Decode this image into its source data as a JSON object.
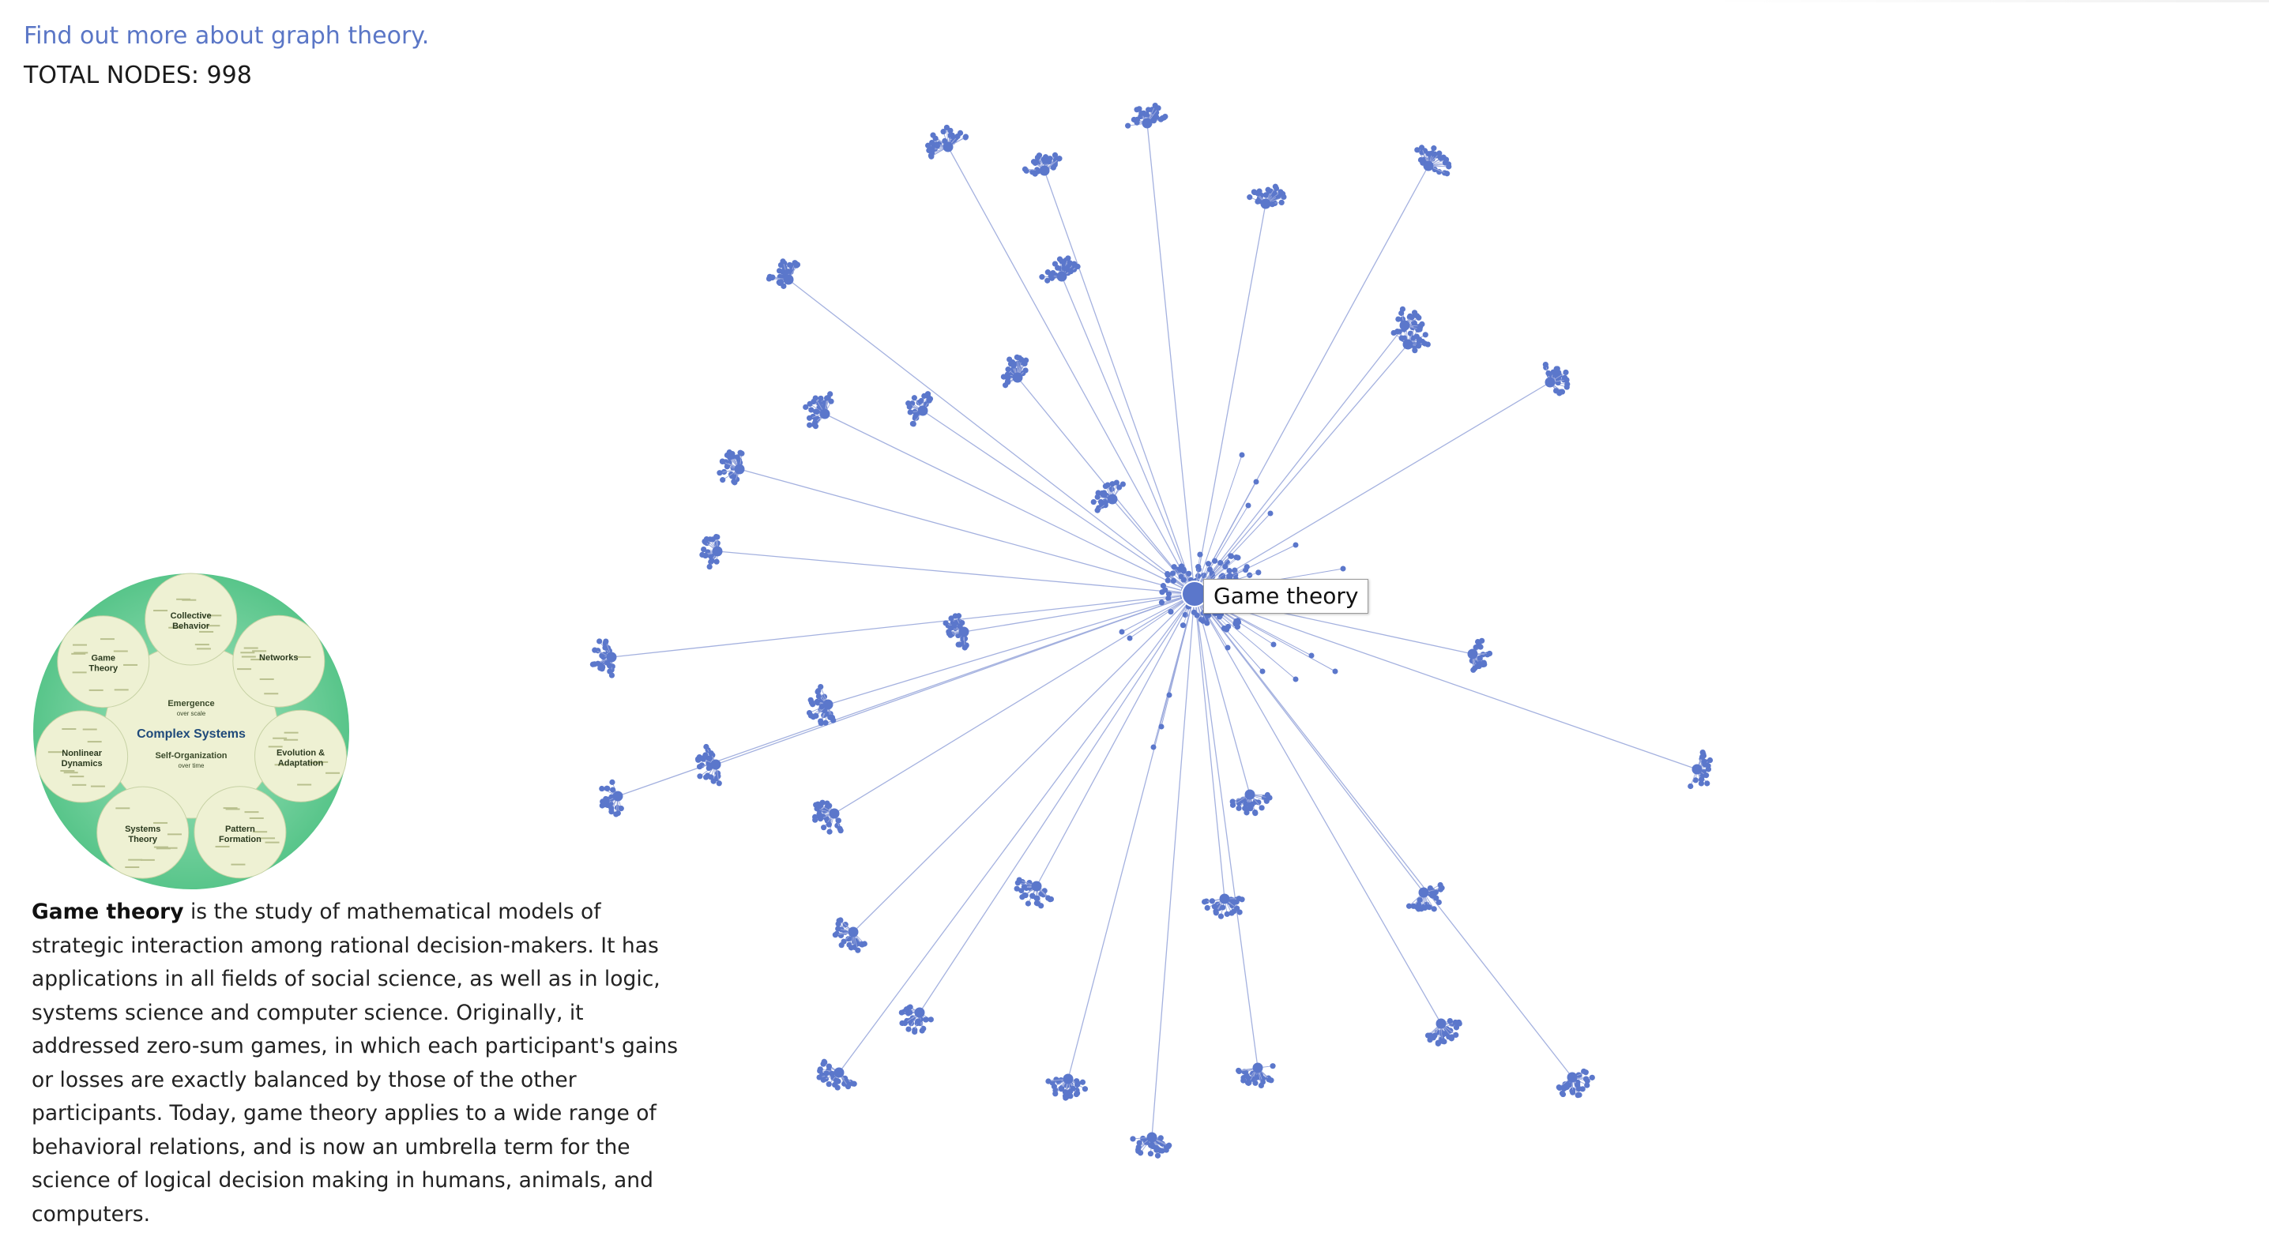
{
  "header": {
    "link_text": "Find out more about graph theory.",
    "total_nodes_label": "TOTAL NODES:",
    "total_nodes_value": "998"
  },
  "colors": {
    "link": "#5a76c6",
    "node": "#5b77cb",
    "edge": "#9aa8dc",
    "thumbnail_outer": "#6fd09a",
    "thumbnail_inner": "#eef1d3"
  },
  "graph": {
    "selected_node_label": "Game theory",
    "edge_icon": "graph-edge",
    "node_icon": "graph-node"
  },
  "thumbnail": {
    "center_title": "Complex Systems",
    "center_top": "Emergence",
    "center_top_sub": "over scale",
    "center_bottom": "Self-Organization",
    "center_bottom_sub": "over time",
    "sections": [
      {
        "title": "Game",
        "title2": "Theory"
      },
      {
        "title": "Collective",
        "title2": "Behavior"
      },
      {
        "title": "Networks",
        "title2": ""
      },
      {
        "title": "Evolution &",
        "title2": "Adaptation"
      },
      {
        "title": "Pattern",
        "title2": "Formation"
      },
      {
        "title": "Systems",
        "title2": "Theory"
      },
      {
        "title": "Nonlinear",
        "title2": "Dynamics"
      }
    ]
  },
  "description": {
    "term": "Game theory",
    "text": " is the study of mathematical models of strategic interaction among rational decision-makers. It has applications in all fields of social science, as well as in logic, systems science and computer science. Originally, it addressed zero-sum games, in which each participant's gains or losses are exactly balanced by those of the other participants. Today, game theory applies to a wide range of behavioral relations, and is now an umbrella term for the science of logical decision making in humans, animals, and computers."
  }
}
